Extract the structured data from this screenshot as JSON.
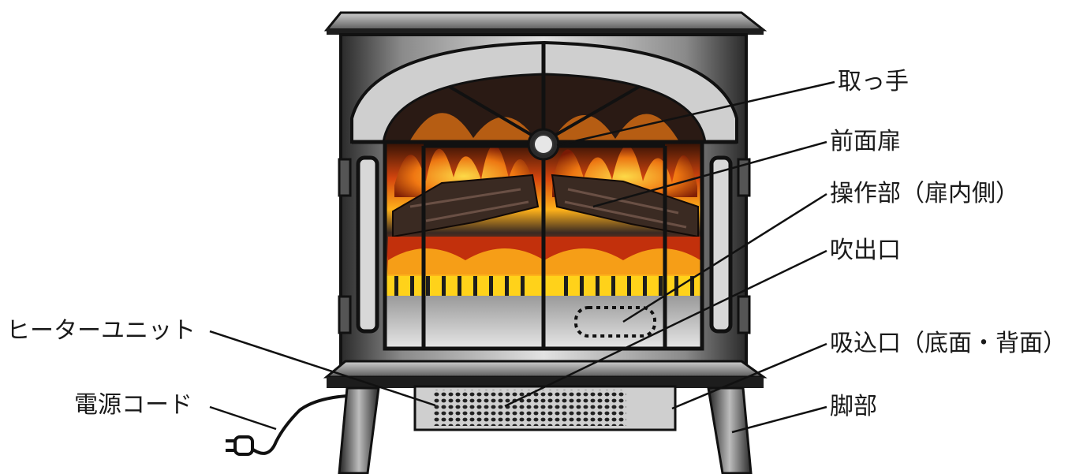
{
  "labels": {
    "handle": "取っ手",
    "front_door": "前面扉",
    "control_panel": "操作部（扉内側）",
    "air_outlet": "吹出口",
    "heater_unit": "ヒーターユニット",
    "air_inlet": "吸込口（底面・背面）",
    "power_cord": "電源コード",
    "legs": "脚部"
  },
  "colors": {
    "body_dark": "#1d1d1d",
    "body_mid": "#7a7a7a",
    "body_light": "#d8d8d8",
    "flame_yellow": "#ffd21a",
    "flame_orange": "#f27a12",
    "ember_red": "#b7260b",
    "log_dark": "#3a2a22"
  }
}
